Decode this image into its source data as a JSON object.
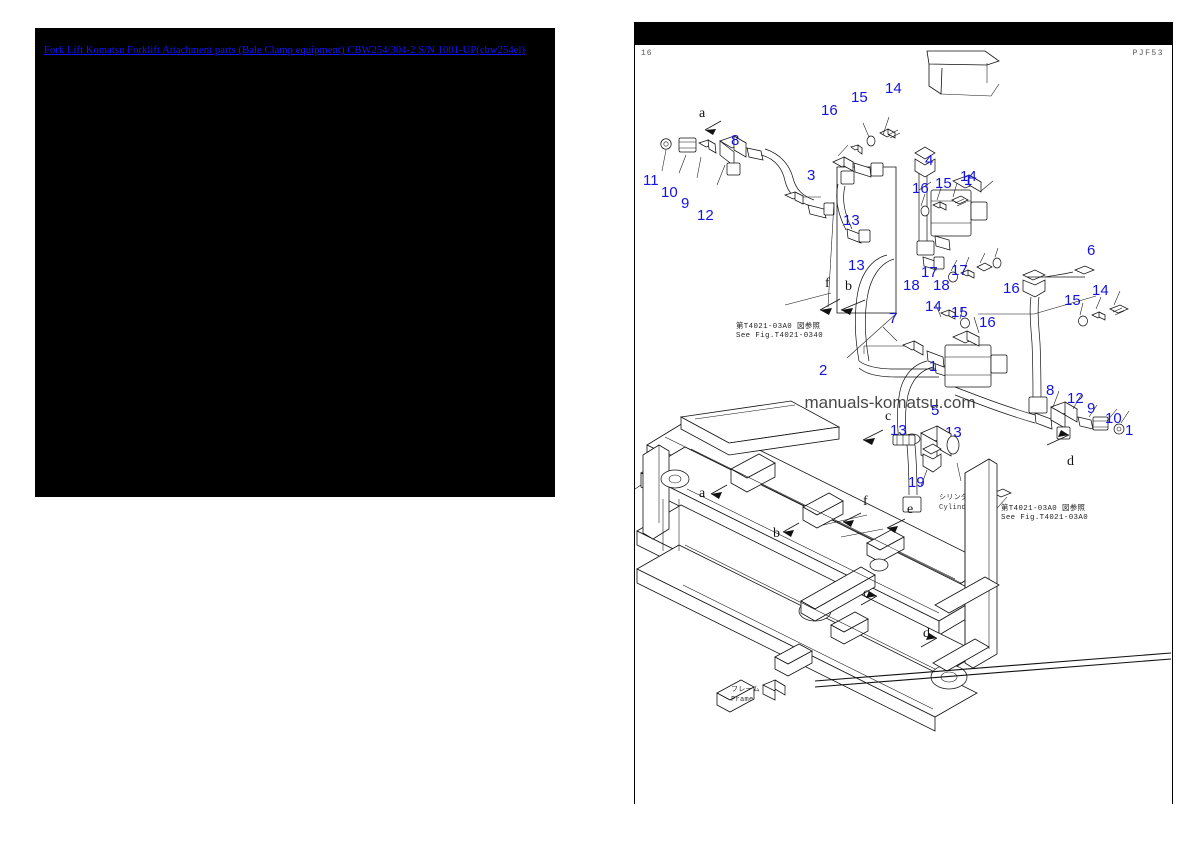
{
  "document": {
    "title_link": "Fork Lift Komatsu Forklift Attachment parts (Bale Clamp equipment) CBW254/304-2 S/N 1001-UP(cbw254el)",
    "page_number": "16",
    "page_code": "PJF53",
    "watermark": "manuals-komatsu.com"
  },
  "diagram": {
    "references": [
      {
        "jp": "第T4021-03A0 図参照",
        "en": "See Fig.T4021-0340"
      },
      {
        "jp": "第T4021-03A0 図参照",
        "en": "See Fig.T4021-03A0"
      }
    ],
    "captions": [
      {
        "jp": "シリンダ",
        "en": "Cylinder"
      },
      {
        "jp": "フレーム",
        "en": "Frame"
      }
    ],
    "callout_numbers": [
      "11",
      "10",
      "9",
      "12",
      "8",
      "3",
      "13",
      "13",
      "16",
      "15",
      "14",
      "4",
      "1",
      "16",
      "15",
      "14",
      "17",
      "18",
      "18",
      "17",
      "6",
      "16",
      "15",
      "14",
      "14",
      "15",
      "16",
      "7",
      "1",
      "13",
      "13",
      "5",
      "19",
      "8",
      "12",
      "9",
      "10",
      "1",
      "2"
    ],
    "callout_letters": [
      "a",
      "b",
      "c",
      "d",
      "e",
      "f"
    ],
    "unique_parts": [
      1,
      2,
      3,
      4,
      5,
      6,
      7,
      8,
      9,
      10,
      11,
      12,
      13,
      14,
      15,
      16,
      17,
      18,
      19
    ]
  }
}
